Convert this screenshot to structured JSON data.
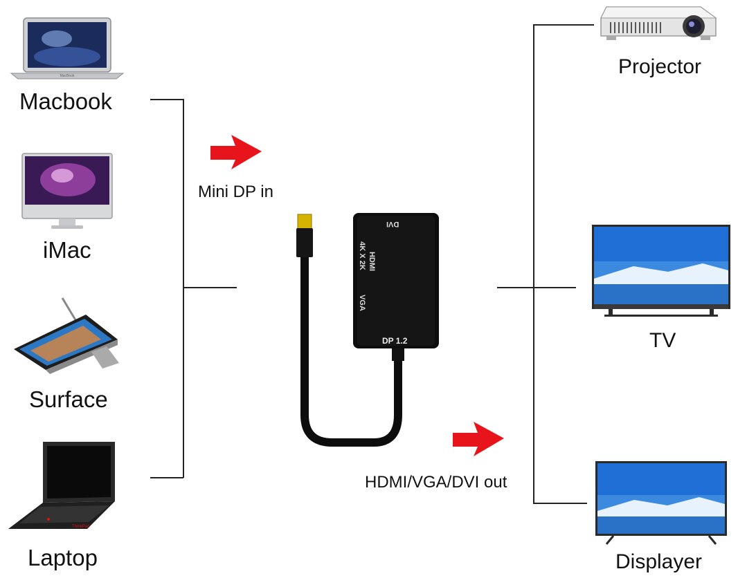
{
  "inputs": {
    "macbook": "Macbook",
    "imac": "iMac",
    "surface": "Surface",
    "laptop": "Laptop"
  },
  "outputs": {
    "projector": "Projector",
    "tv": "TV",
    "displayer": "Displayer"
  },
  "flow": {
    "in_label": "Mini DP in",
    "out_label": "HDMI/VGA/DVI out"
  },
  "adapter": {
    "port_dvi": "DVI",
    "port_hdmi": "HDMI",
    "port_hdmi_res": "4K X 2K",
    "port_vga": "VGA",
    "spec": "DP 1.2"
  },
  "colors": {
    "arrow": "#e8141c",
    "adapter_body": "#0d0d0d",
    "connector": "#d4b400",
    "line": "#222222"
  }
}
